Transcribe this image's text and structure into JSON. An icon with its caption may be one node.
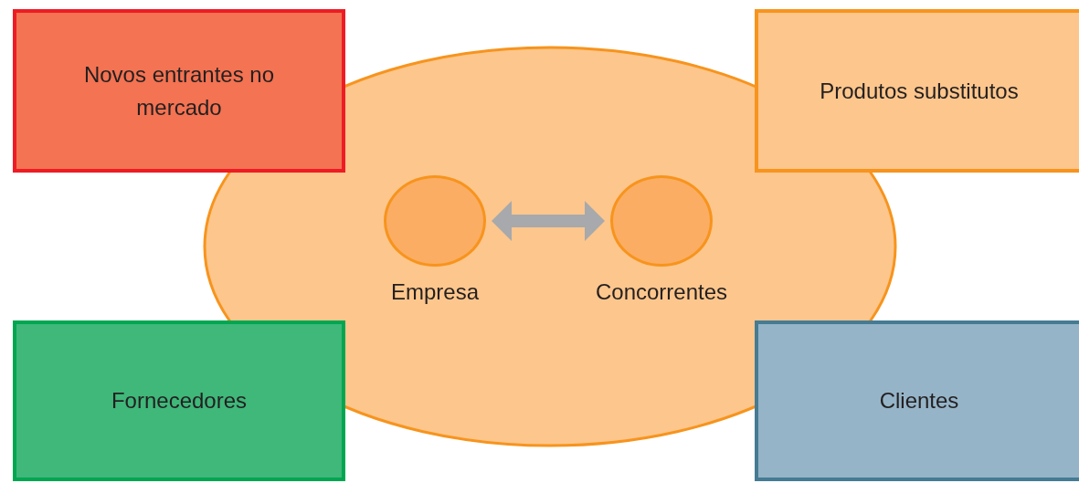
{
  "diagram": {
    "nodes": [
      {
        "text": [],
        "shape": "ellipse"
      },
      {
        "text": [
          "Novos entrantes no mercado"
        ]
      },
      {
        "text": [
          "Produtos substitutos"
        ]
      },
      {
        "text": [],
        "shape": "circle",
        "in": 0,
        "beside": [
          "Empresa"
        ]
      },
      {
        "text": [],
        "shape": "circle",
        "in": 0,
        "beside": [
          "Concorrentes"
        ]
      },
      {
        "text": [
          "Fornecedores"
        ]
      },
      {
        "text": [
          "Clientes"
        ]
      }
    ],
    "edges": [
      {
        "from": 3,
        "to": 4,
        "arrow": "both",
        "color": "#a7a9ac"
      }
    ]
  }
}
